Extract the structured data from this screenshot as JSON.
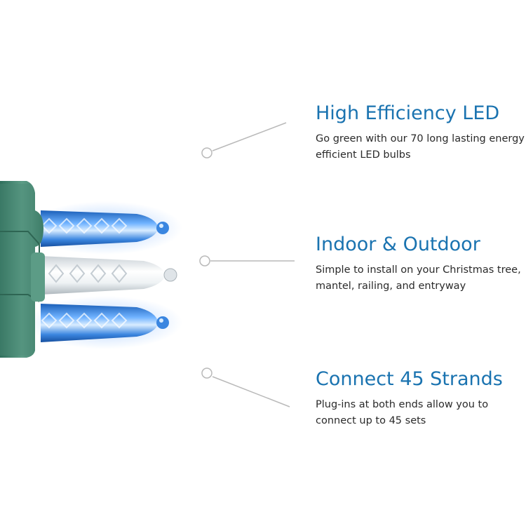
{
  "features": [
    {
      "title": "High Efficiency LED",
      "description": "Go green with our 70 long lasting energy efficient LED bulbs"
    },
    {
      "title": "Indoor & Outdoor",
      "description": "Simple to install on your Christmas tree, mantel, railing, and entryway"
    },
    {
      "title": "Connect 45 Strands",
      "description": "Plug-ins at both ends allow you to connect up to 45 sets"
    }
  ],
  "colors": {
    "heading": "#1a73b0",
    "body_text": "#2a2a2a",
    "callout": "#b9b9b9",
    "socket": "#4f8c78",
    "bulb_blue": "#2f7fd6",
    "bulb_white": "#f2f4f6"
  },
  "illustration": {
    "subject": "LED string light bulbs",
    "bulbs": [
      "blue",
      "white",
      "blue"
    ]
  }
}
